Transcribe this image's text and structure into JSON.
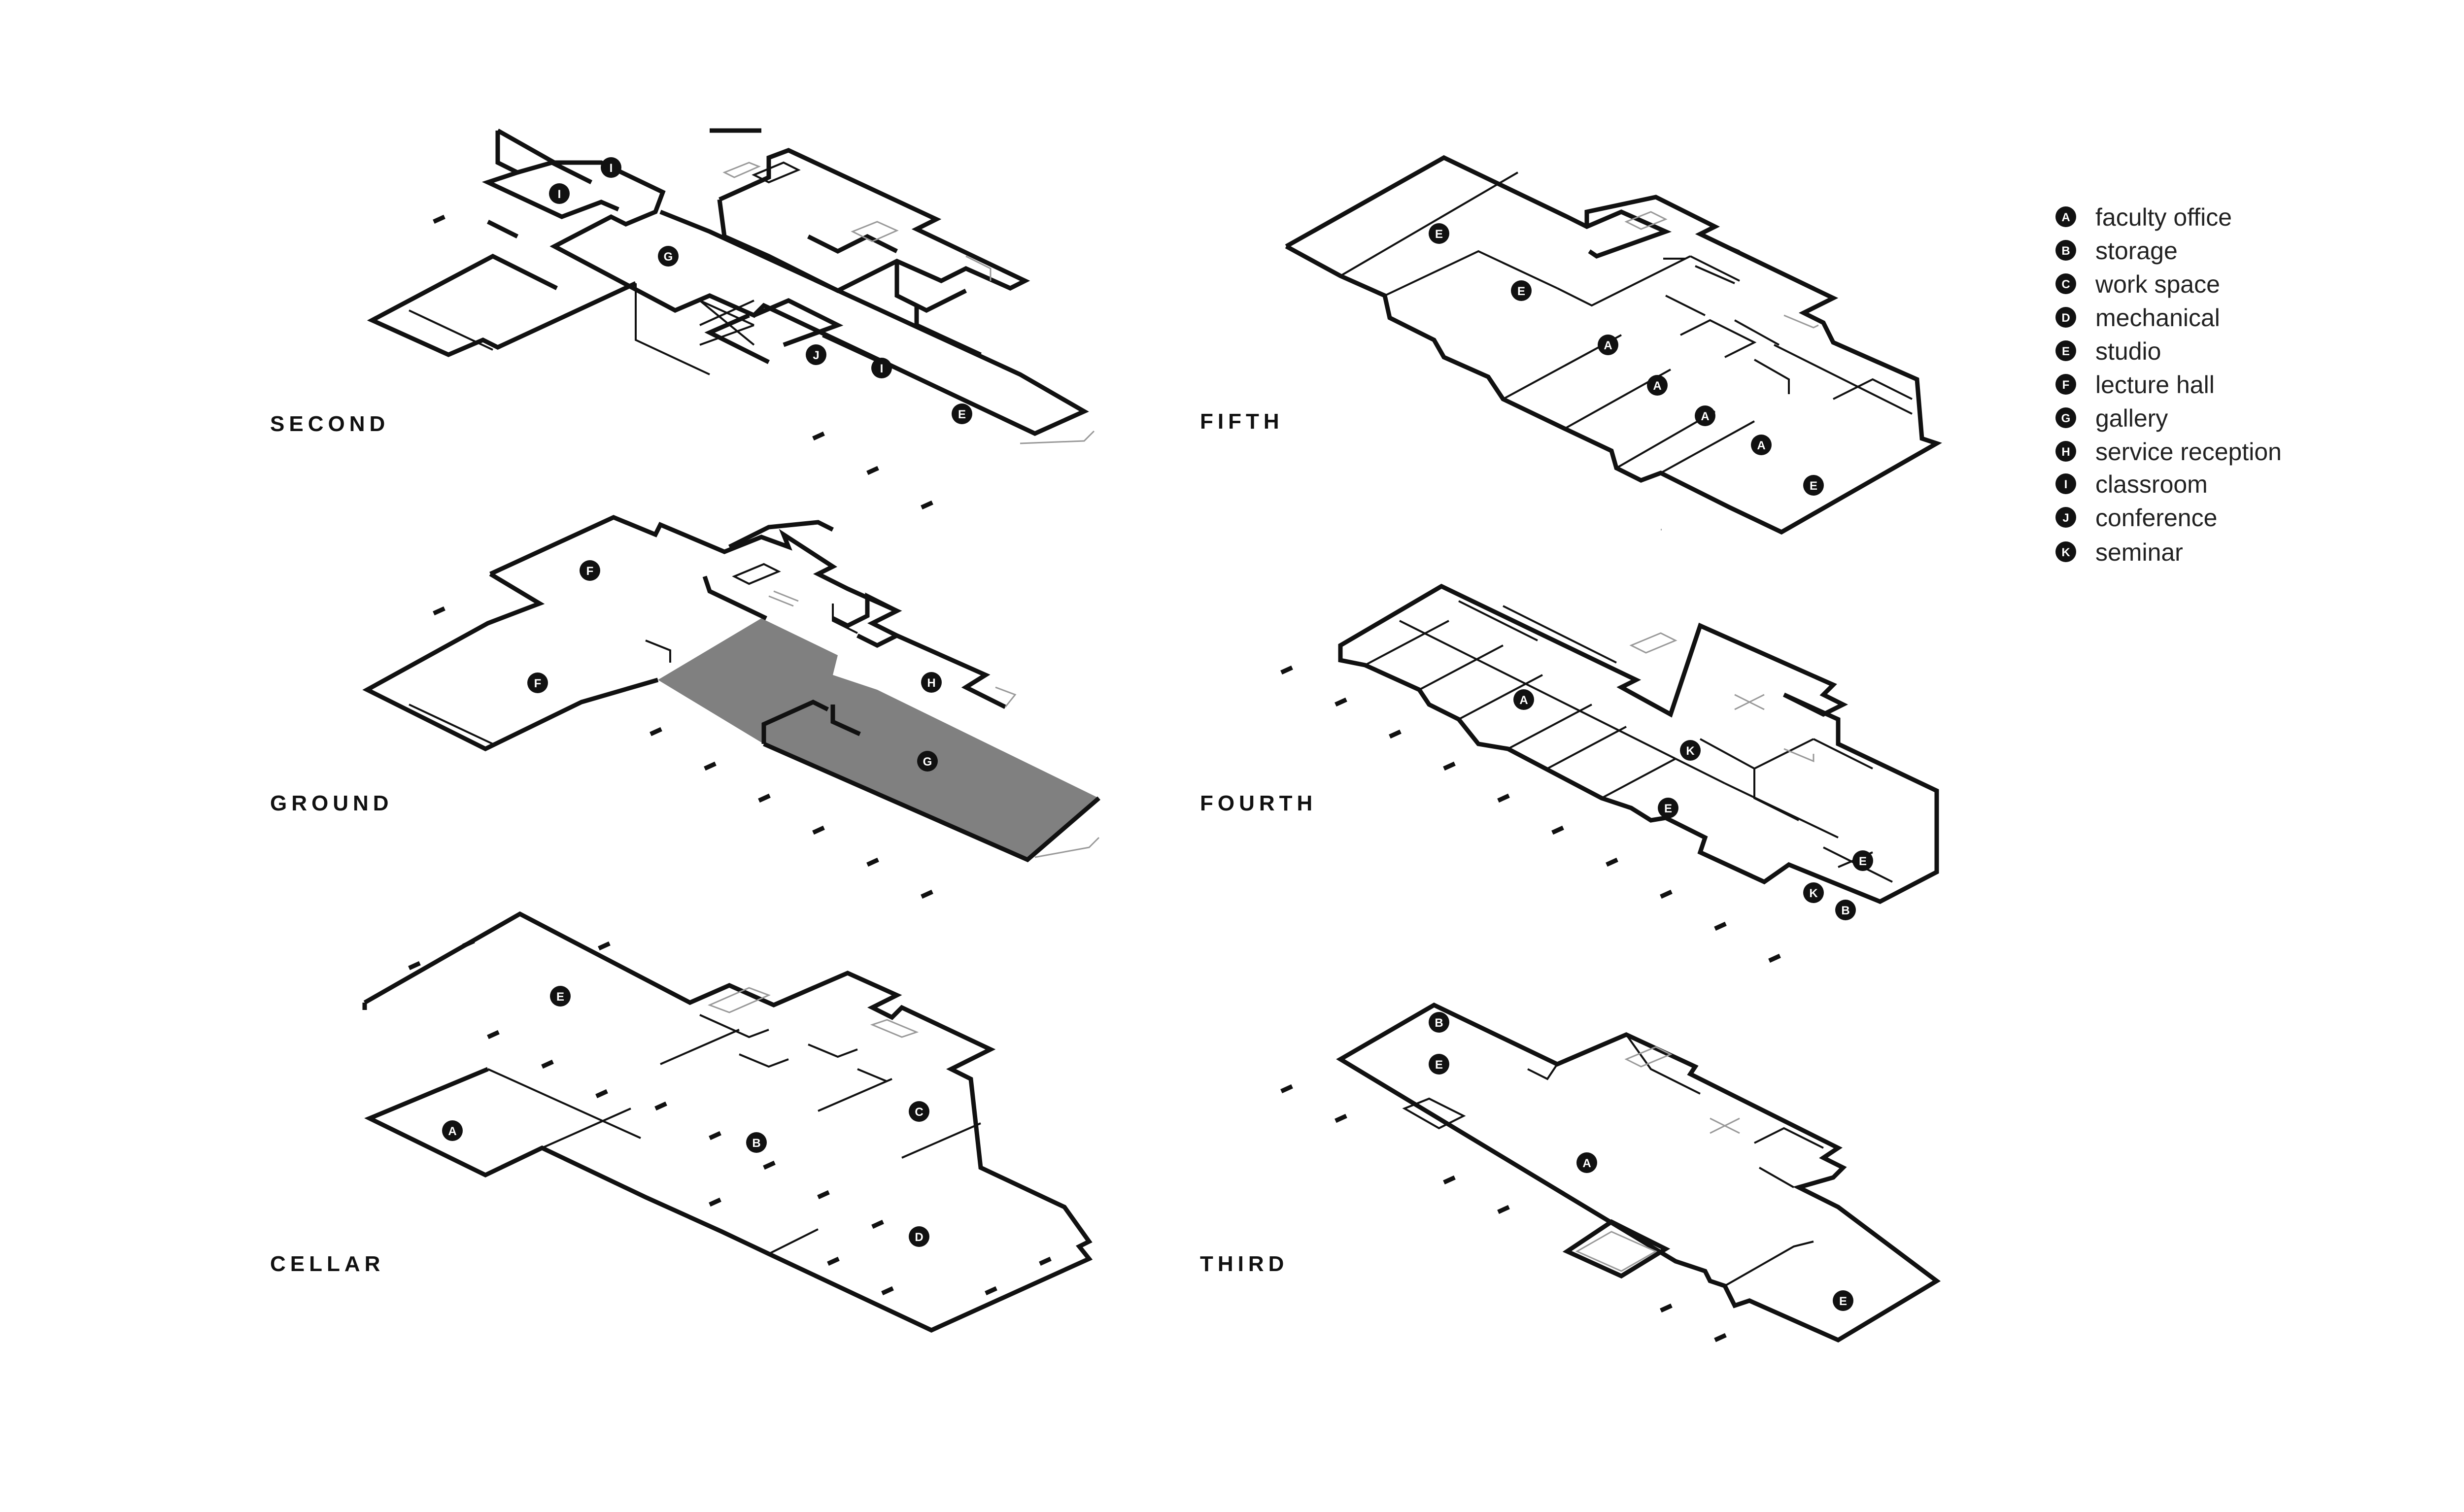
{
  "floors": {
    "second": "SECOND",
    "ground": "GROUND",
    "cellar": "CELLAR",
    "fifth": "FIFTH",
    "fourth": "FOURTH",
    "third": "THIRD"
  },
  "legend": [
    {
      "key": "A",
      "label": "faculty office"
    },
    {
      "key": "B",
      "label": "storage"
    },
    {
      "key": "C",
      "label": "work space"
    },
    {
      "key": "D",
      "label": "mechanical"
    },
    {
      "key": "E",
      "label": "studio"
    },
    {
      "key": "F",
      "label": "lecture hall"
    },
    {
      "key": "G",
      "label": "gallery"
    },
    {
      "key": "H",
      "label": "service reception"
    },
    {
      "key": "I",
      "label": "classroom"
    },
    {
      "key": "J",
      "label": "conference"
    },
    {
      "key": "K",
      "label": "seminar"
    }
  ],
  "badges": {
    "second": [
      "I",
      "I",
      "G",
      "J",
      "I",
      "E"
    ],
    "ground": [
      "F",
      "F",
      "H",
      "G"
    ],
    "cellar": [
      "E",
      "A",
      "B",
      "C",
      "D"
    ],
    "fifth": [
      "E",
      "E",
      "A",
      "A",
      "A",
      "A",
      "E"
    ],
    "fourth": [
      "A",
      "K",
      "E",
      "E",
      "K",
      "B"
    ],
    "third": [
      "B",
      "E",
      "A",
      "E"
    ]
  },
  "colors": {
    "line": "#111111",
    "badge": "#111111",
    "gallery_fill": "#808080"
  }
}
